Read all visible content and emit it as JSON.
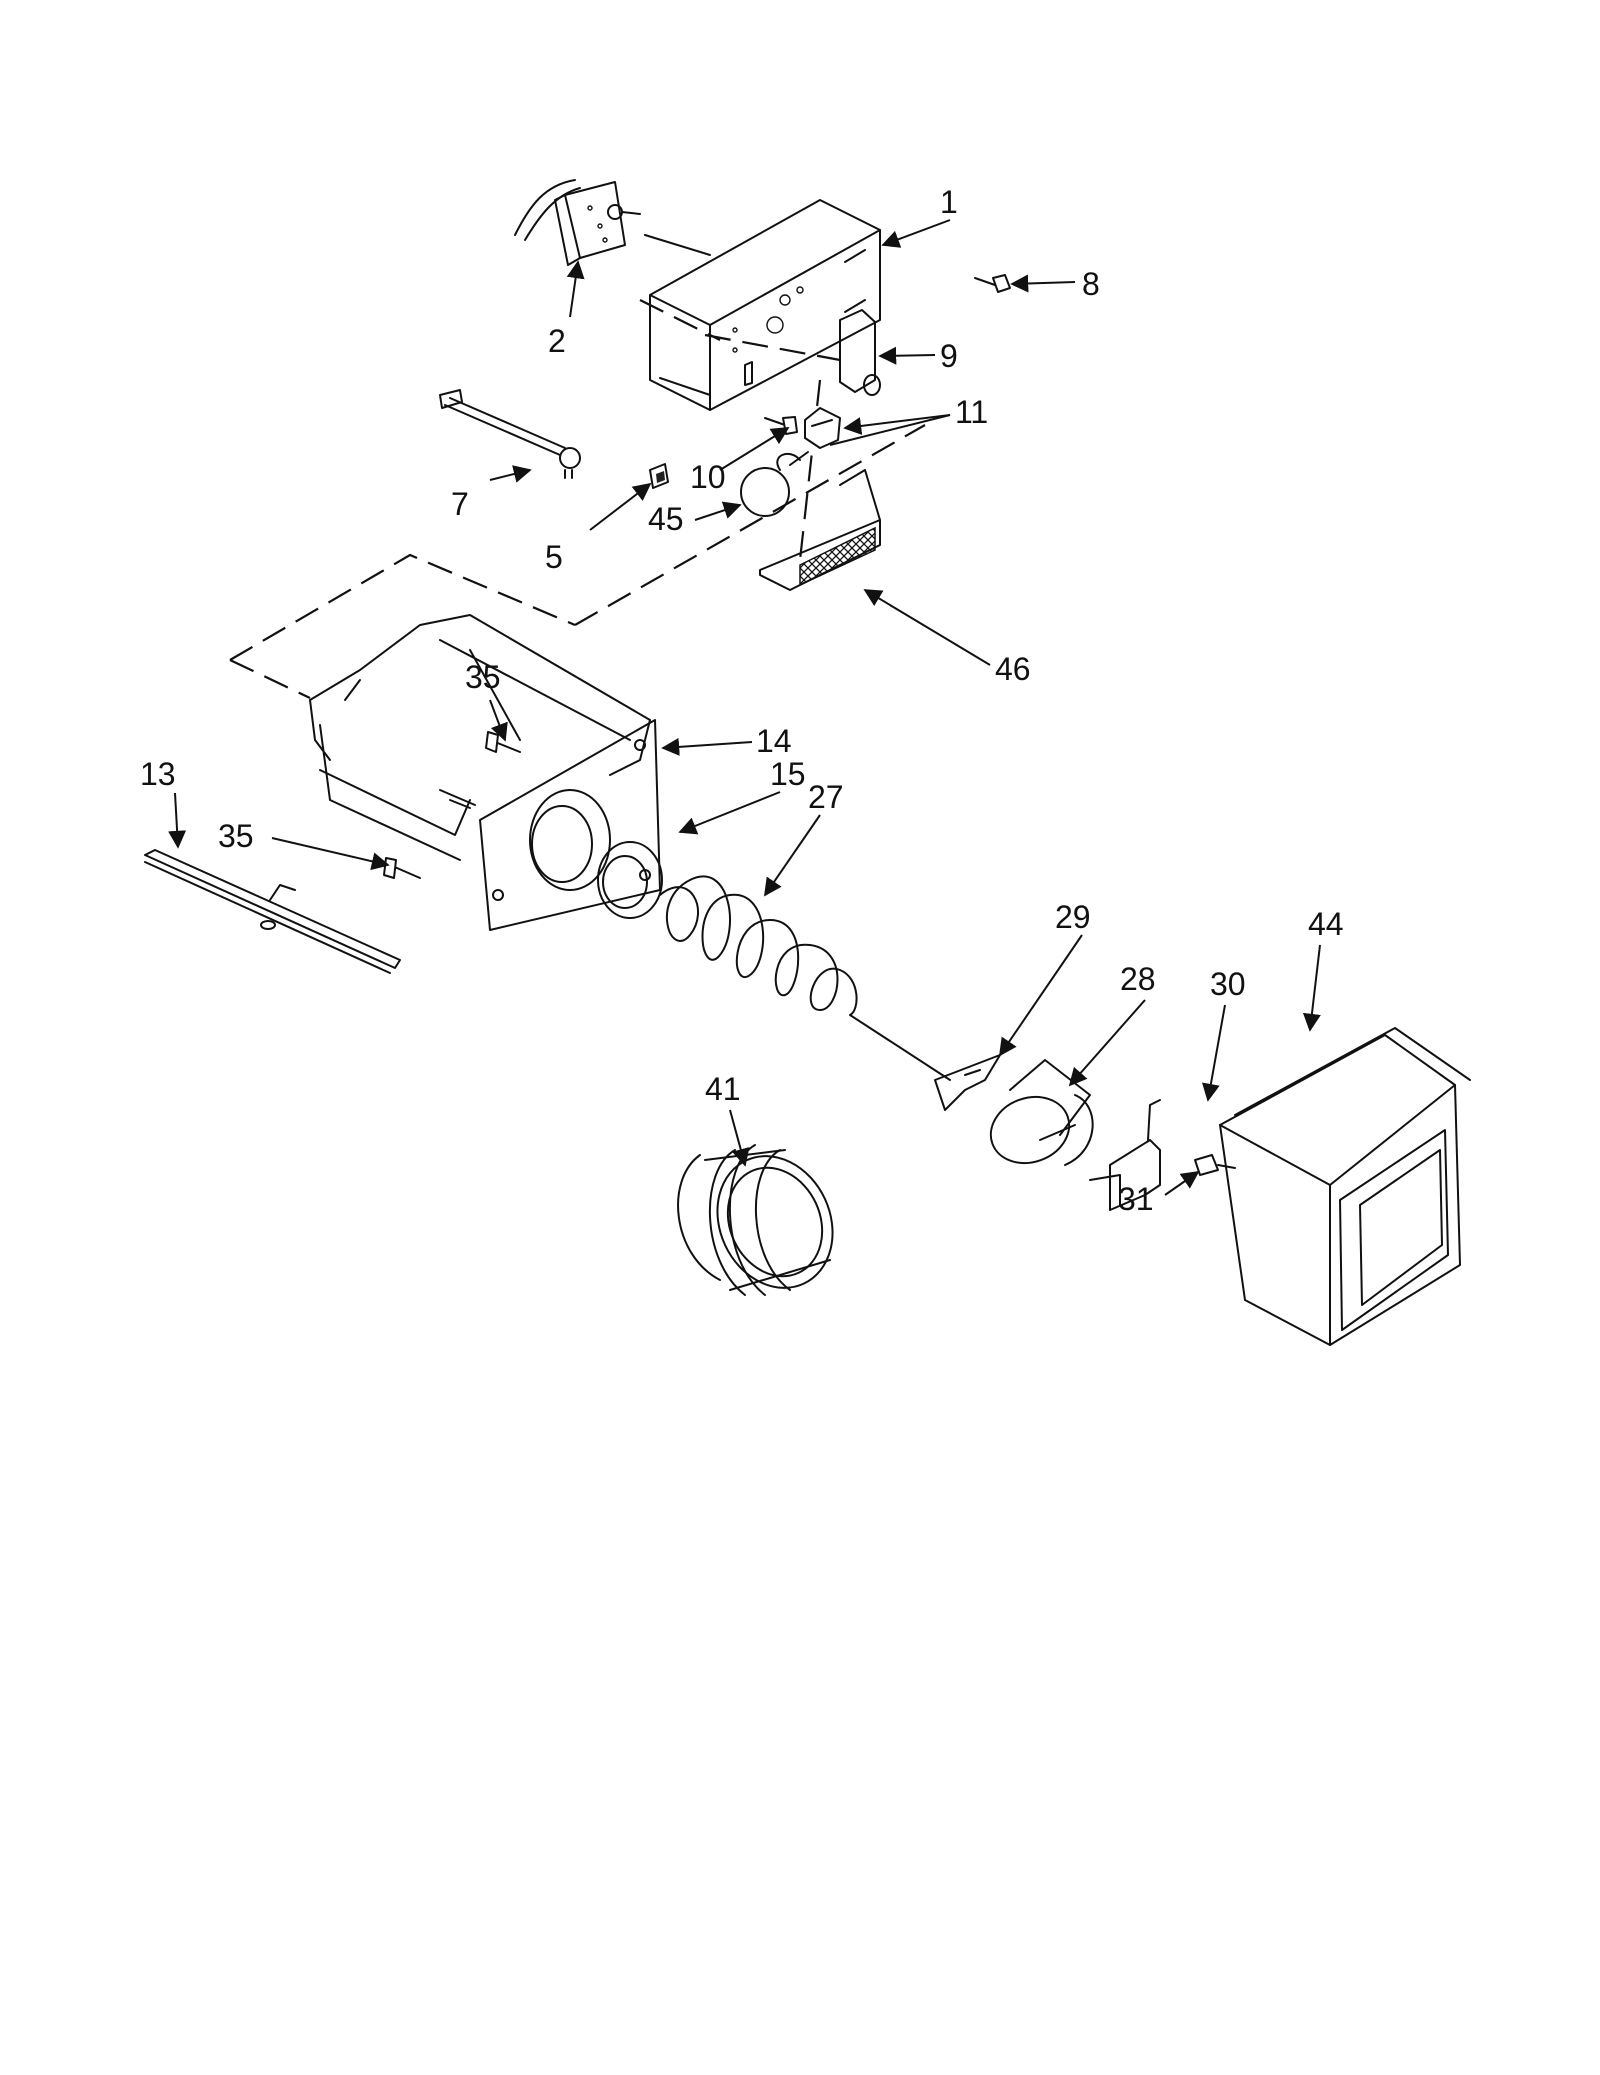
{
  "callouts": [
    "1",
    "2",
    "5",
    "7",
    "8",
    "9",
    "10",
    "11",
    "13",
    "14",
    "15",
    "27",
    "28",
    "29",
    "30",
    "31",
    "35",
    "35",
    "41",
    "44",
    "45",
    "46"
  ]
}
